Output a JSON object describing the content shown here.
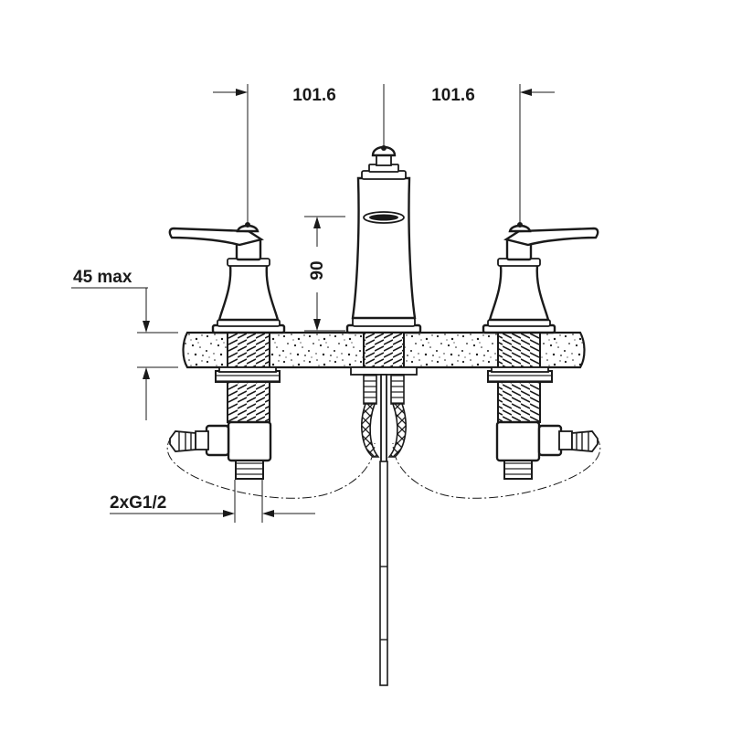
{
  "labels": {
    "spacing_left": "101.6",
    "spacing_right": "101.6",
    "spout_height": "90",
    "deck_thickness": "45 max",
    "connection": "2xG1/2"
  }
}
